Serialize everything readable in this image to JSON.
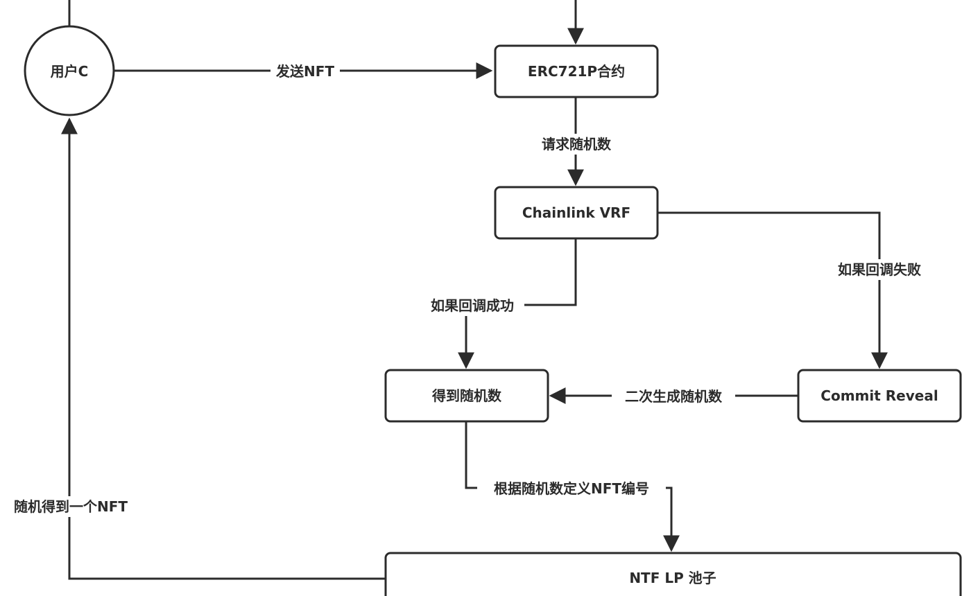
{
  "nodes": {
    "user_c": "用户C",
    "erc721p": "ERC721P合约",
    "chainlink": "Chainlink VRF",
    "get_random": "得到随机数",
    "commit_reveal": "Commit Reveal",
    "lp_pool": "NTF LP 池子"
  },
  "edges": {
    "send_nft": "发送NFT",
    "request_random": "请求随机数",
    "callback_success": "如果回调成功",
    "callback_fail": "如果回调失败",
    "regenerate_random": "二次生成随机数",
    "define_nft_id": "根据随机数定义NFT编号",
    "receive_random_nft": "随机得到一个NFT"
  },
  "colors": {
    "stroke": "#2b2b2b",
    "background": "#ffffff"
  }
}
